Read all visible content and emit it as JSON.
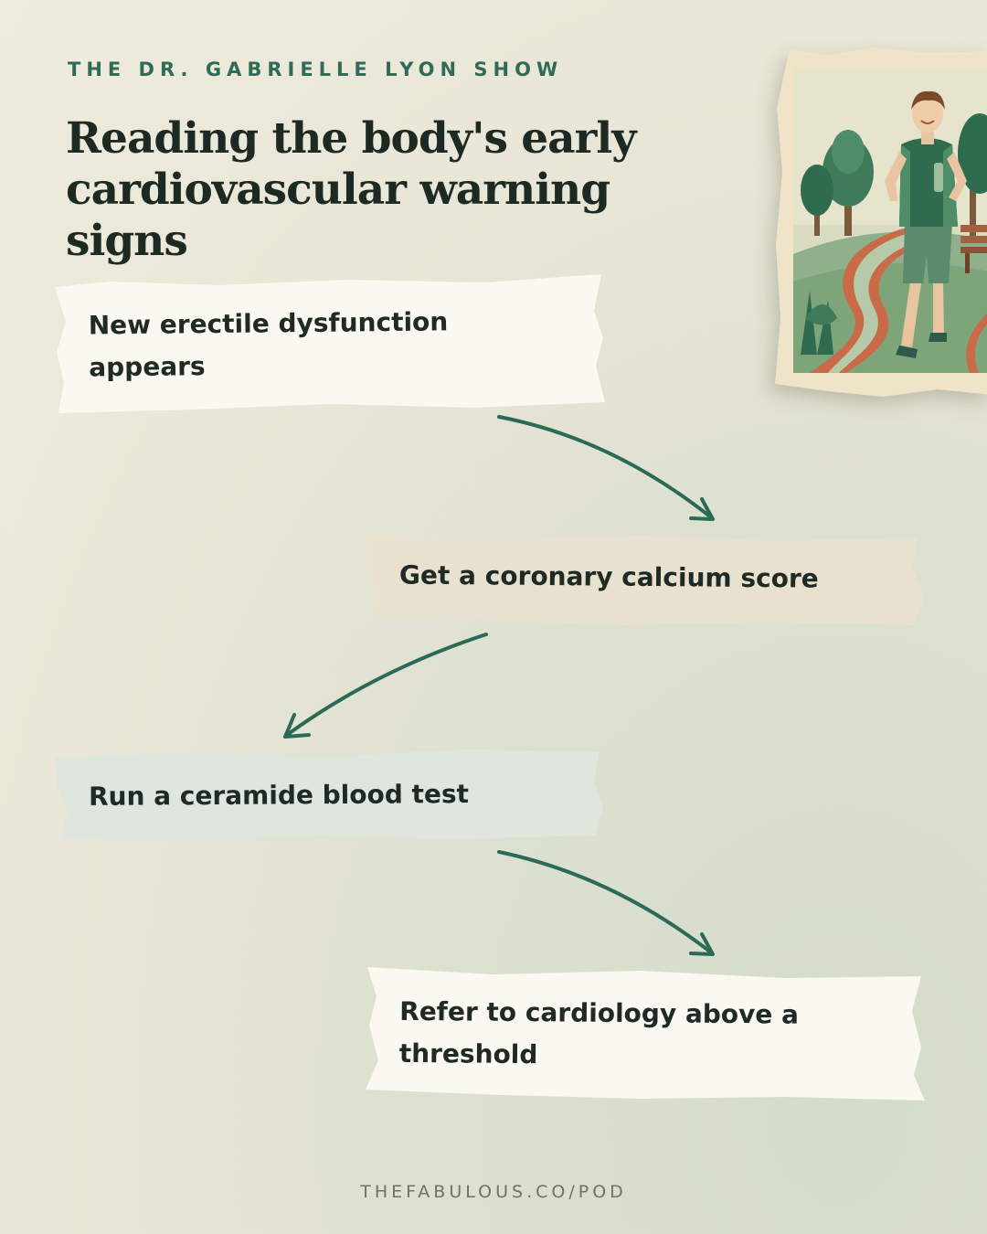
{
  "header": {
    "show_name": "THE DR. GABRIELLE LYON SHOW",
    "title": "Reading the body's early cardiovascular warning signs"
  },
  "steps": [
    {
      "label": "New erectile dysfunction appears",
      "color": "#faf8f1"
    },
    {
      "label": "Get a coronary calcium score",
      "color": "#e9e1d0"
    },
    {
      "label": "Run a ceramide blood test",
      "color": "#dfe6dd"
    },
    {
      "label": "Refer to cardiology above a threshold",
      "color": "#faf8f1"
    }
  ],
  "footer": {
    "url": "THEFABULOUS.CO/POD"
  },
  "colors": {
    "accent": "#2f6b58",
    "arrow": "#2b6a57",
    "text": "#1d2a23"
  },
  "icons": {
    "illustration": "runner-in-park-icon",
    "arrows": "curved-arrow-icon"
  }
}
